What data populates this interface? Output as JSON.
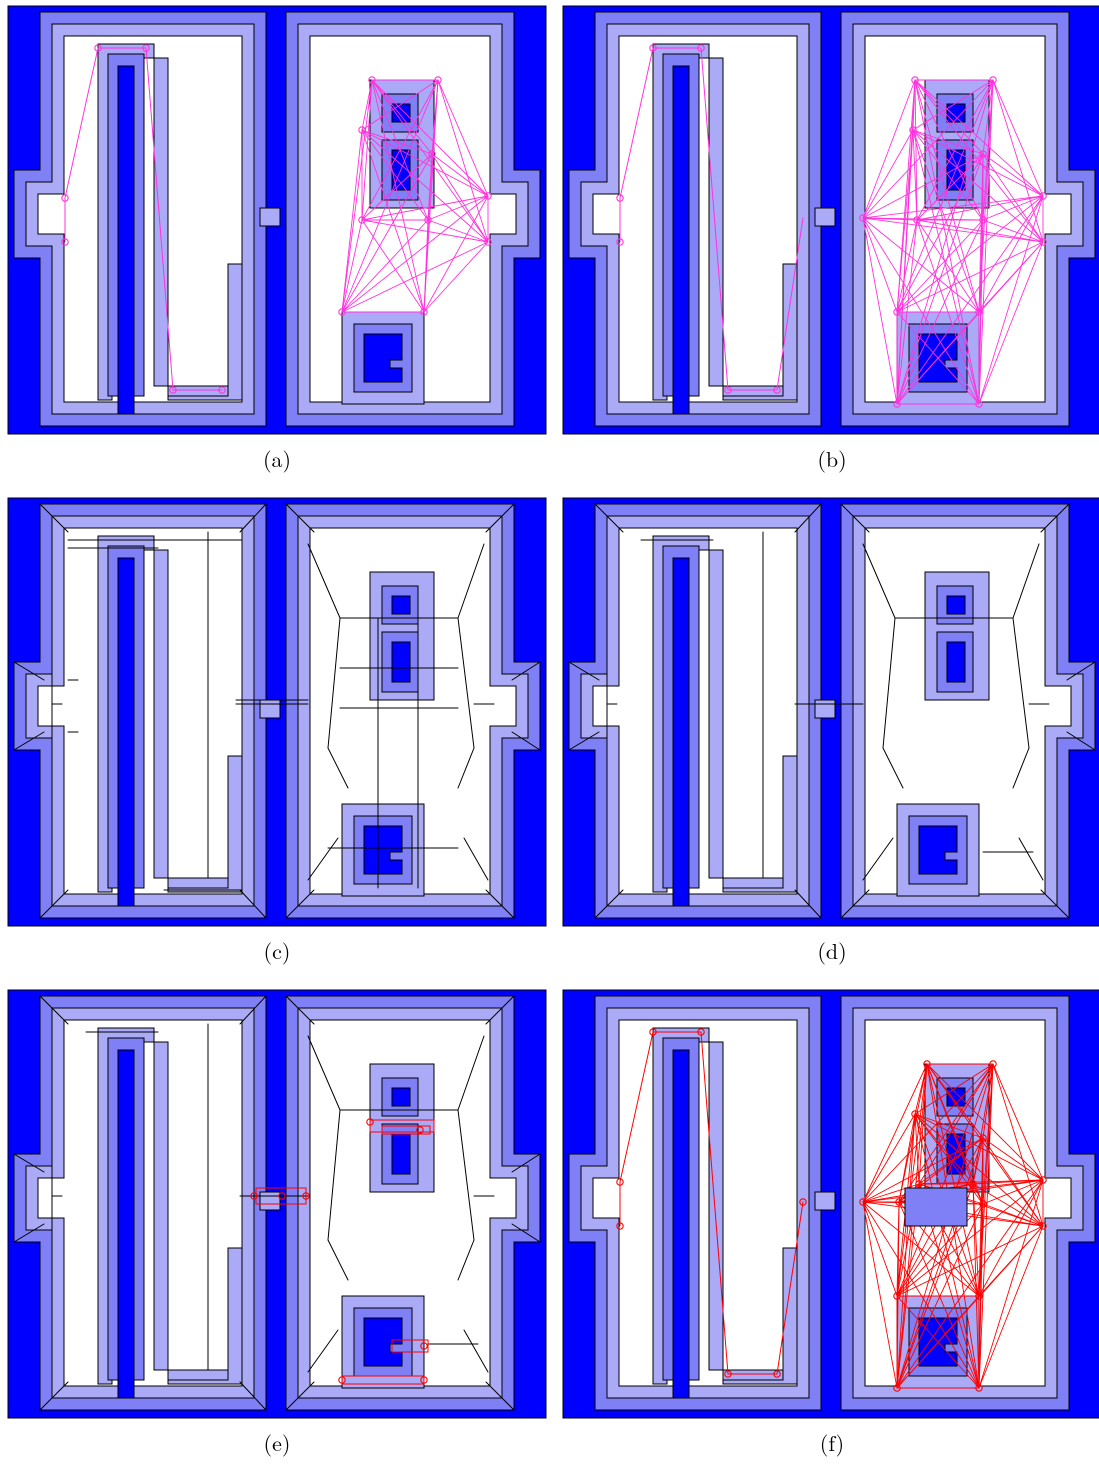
{
  "colors": {
    "deep": "#0000ff",
    "ring1": "#7f7ff6",
    "ring2": "#aaaaf6",
    "void": "#ffffff",
    "outline": "#000000",
    "magenta": "#ff33dd",
    "red": "#ff0000",
    "skeleton": "#000000"
  },
  "panels": [
    {
      "caption": "(a)",
      "overlay": "visibility-graph-partial"
    },
    {
      "caption": "(b)",
      "overlay": "visibility-graph-full"
    },
    {
      "caption": "(c)",
      "overlay": "straight-skeleton-raw"
    },
    {
      "caption": "(d)",
      "overlay": "straight-skeleton-pruned"
    },
    {
      "caption": "(e)",
      "overlay": "skeleton-with-bottlenecks"
    },
    {
      "caption": "(f)",
      "overlay": "combined-graph"
    }
  ]
}
